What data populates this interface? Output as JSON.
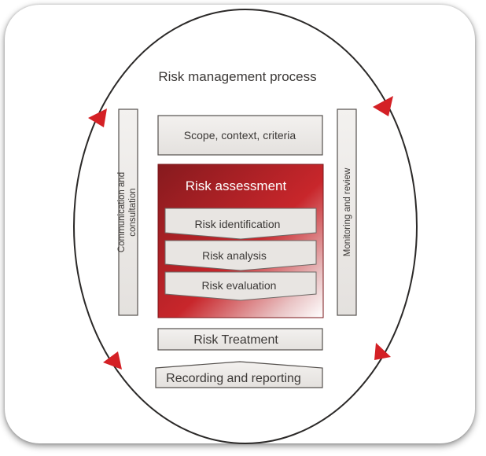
{
  "diagram": {
    "title": "Risk management process",
    "scope": "Scope, context, criteria",
    "communication": {
      "line1": "Communication and",
      "line2": "consultation"
    },
    "monitoring": "Monitoring and review",
    "assessment": {
      "title": "Risk assessment",
      "steps": [
        "Risk identification",
        "Risk analysis",
        "Risk evaluation"
      ]
    },
    "treatment": "Risk Treatment",
    "recording": "Recording and reporting",
    "colors": {
      "accent_red": "#d42025",
      "assessment_dark": "#8e1c20",
      "assessment_light": "#ffffff",
      "box_fill": "#efedeb",
      "box_stroke": "#55514e",
      "text": "#3b3836"
    }
  }
}
